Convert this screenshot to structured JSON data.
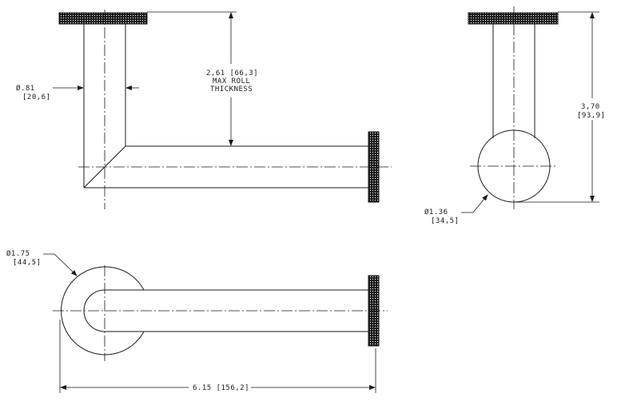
{
  "dimensions": {
    "tube_diameter": {
      "value": "Ø.81",
      "metric": "[20,6]"
    },
    "max_roll": {
      "value": "2,61 [66,3]",
      "line2": "MAX ROLL",
      "line3": "THICKNESS"
    },
    "height": {
      "value": "3,70",
      "metric": "[93,9]"
    },
    "end_diameter": {
      "value": "Ø1.36",
      "metric": "[34,5]"
    },
    "flange_diameter": {
      "value": "Ø1.75",
      "metric": "[44,5]"
    },
    "overall_length": {
      "value": "6.15 [156,2]"
    }
  },
  "colors": {
    "line": "#1a1a1a",
    "knurl": "#1a1a1a",
    "background": "#ffffff"
  }
}
